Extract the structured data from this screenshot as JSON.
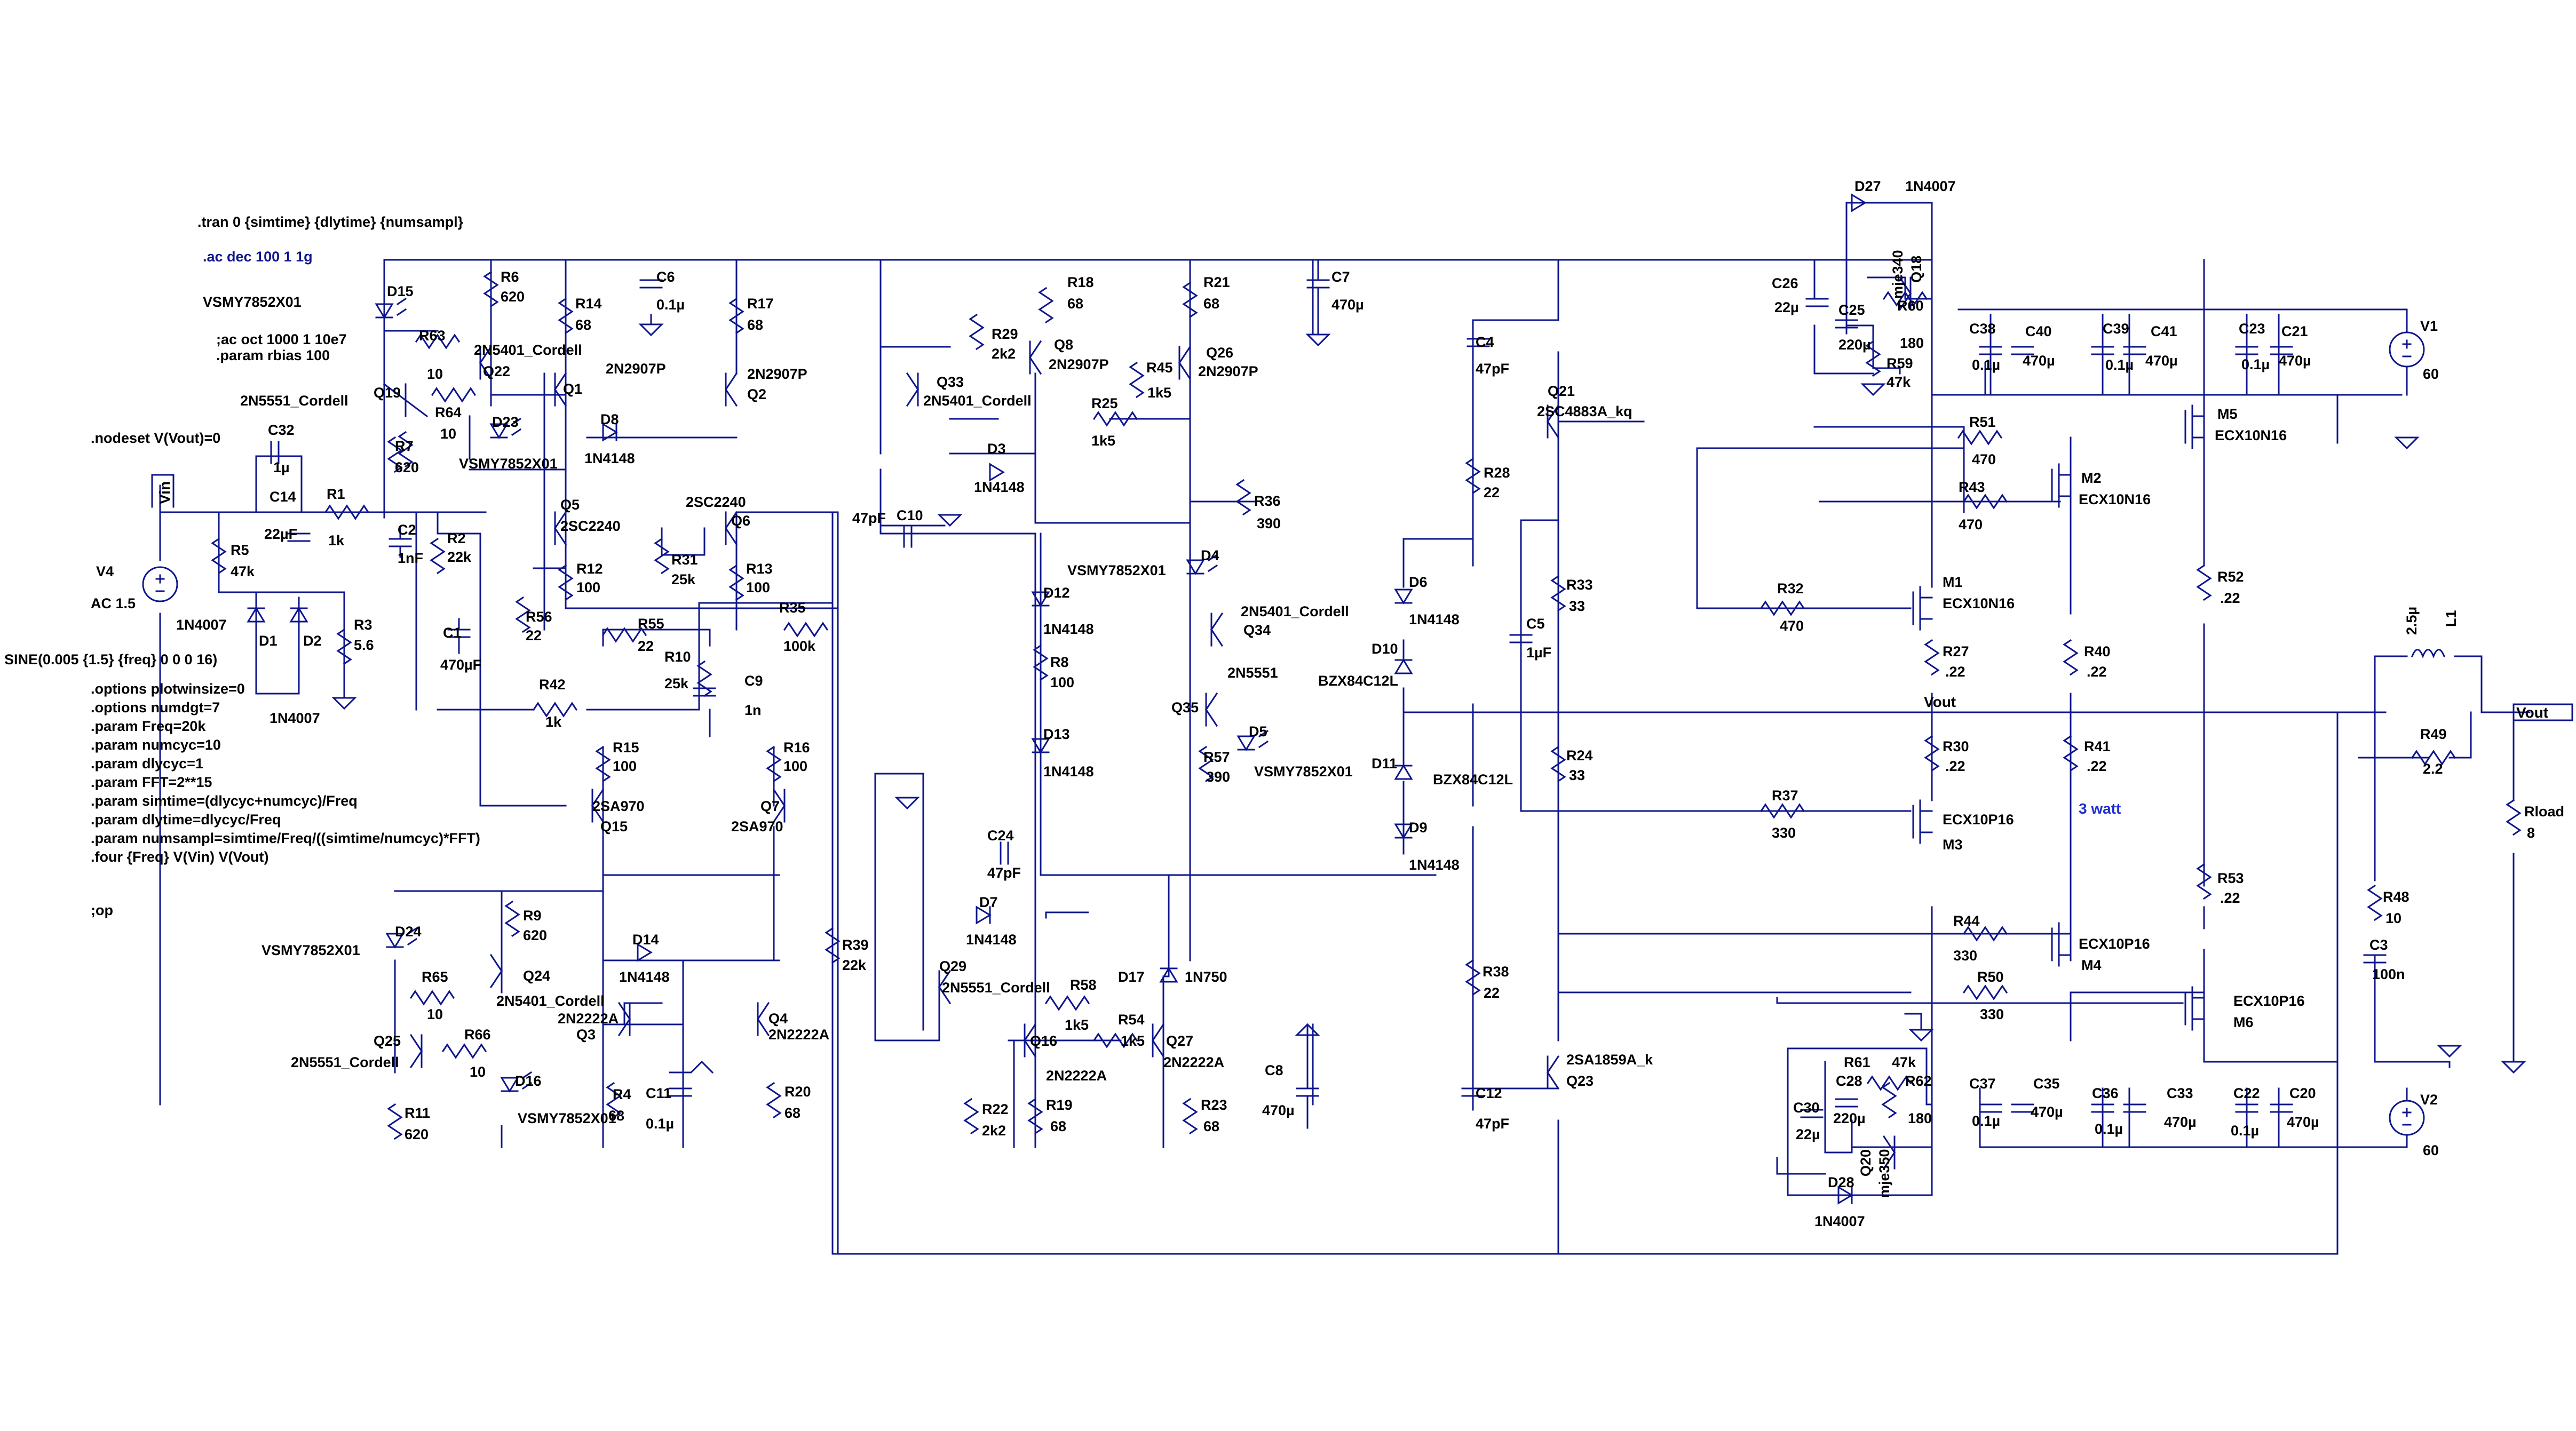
{
  "schematic": {
    "directives": [
      ".tran 0 {simtime} {dlytime} {numsampl}",
      ";ac oct 1000 1 10e7",
      ".param rbias 100",
      ".nodeset V(Vout)=0",
      "SINE(0.005 {1.5} {freq} 0 0 0 16)",
      ".options plotwinsize=0",
      ".options numdgt=7",
      ".param Freq=20k",
      ".param numcyc=10",
      ".param dlycyc=1",
      ".param FFT=2**15",
      ".param simtime=(dlycyc+numcyc)/Freq",
      ".param dlytime=dlycyc/Freq",
      ".param numsampl=simtime/Freq/((simtime/numcyc)*FFT)",
      ".four {Freq} V(Vin) V(Vout)",
      ";op"
    ],
    "ac_directive": ".ac dec 100 1 1g",
    "net_labels": {
      "vin": "Vin",
      "vout": "Vout",
      "vout_node": "Vout"
    },
    "note": "3 watt",
    "sources": [
      {
        "ref": "V4",
        "value": "AC 1.5"
      },
      {
        "ref": "V1",
        "value": "60"
      },
      {
        "ref": "V2",
        "value": "60"
      }
    ],
    "resistors": [
      {
        "ref": "R1",
        "value": "1k"
      },
      {
        "ref": "R2",
        "value": "22k"
      },
      {
        "ref": "R3",
        "value": "5.6"
      },
      {
        "ref": "R4",
        "value": "68"
      },
      {
        "ref": "R5",
        "value": "47k"
      },
      {
        "ref": "R6",
        "value": "620"
      },
      {
        "ref": "R7",
        "value": "620"
      },
      {
        "ref": "R8",
        "value": "100"
      },
      {
        "ref": "R9",
        "value": "620"
      },
      {
        "ref": "R10",
        "value": "25k"
      },
      {
        "ref": "R11",
        "value": "620"
      },
      {
        "ref": "R12",
        "value": "100"
      },
      {
        "ref": "R13",
        "value": "100"
      },
      {
        "ref": "R14",
        "value": "68"
      },
      {
        "ref": "R15",
        "value": "100"
      },
      {
        "ref": "R16",
        "value": "100"
      },
      {
        "ref": "R17",
        "value": "68"
      },
      {
        "ref": "R18",
        "value": "68"
      },
      {
        "ref": "R19",
        "value": "68"
      },
      {
        "ref": "R20",
        "value": "68"
      },
      {
        "ref": "R21",
        "value": "68"
      },
      {
        "ref": "R22",
        "value": "2k2"
      },
      {
        "ref": "R23",
        "value": "68"
      },
      {
        "ref": "R24",
        "value": "33"
      },
      {
        "ref": "R25",
        "value": "1k5"
      },
      {
        "ref": "R27",
        "value": ".22"
      },
      {
        "ref": "R28",
        "value": "22"
      },
      {
        "ref": "R29",
        "value": "2k2"
      },
      {
        "ref": "R30",
        "value": ".22"
      },
      {
        "ref": "R31",
        "value": "25k"
      },
      {
        "ref": "R32",
        "value": "470"
      },
      {
        "ref": "R33",
        "value": "33"
      },
      {
        "ref": "R35",
        "value": "100k"
      },
      {
        "ref": "R36",
        "value": "390"
      },
      {
        "ref": "R37",
        "value": "330"
      },
      {
        "ref": "R38",
        "value": "22"
      },
      {
        "ref": "R39",
        "value": "22k"
      },
      {
        "ref": "R40",
        "value": ".22"
      },
      {
        "ref": "R41",
        "value": ".22"
      },
      {
        "ref": "R42",
        "value": "1k"
      },
      {
        "ref": "R43",
        "value": "470"
      },
      {
        "ref": "R44",
        "value": "330"
      },
      {
        "ref": "R45",
        "value": "1k5"
      },
      {
        "ref": "R48",
        "value": "10"
      },
      {
        "ref": "R49",
        "value": "2.2"
      },
      {
        "ref": "R50",
        "value": "330"
      },
      {
        "ref": "R51",
        "value": "470"
      },
      {
        "ref": "R52",
        "value": ".22"
      },
      {
        "ref": "R53",
        "value": ".22"
      },
      {
        "ref": "R54",
        "value": "1k5"
      },
      {
        "ref": "R55",
        "value": "22"
      },
      {
        "ref": "R56",
        "value": "22"
      },
      {
        "ref": "R57",
        "value": "390"
      },
      {
        "ref": "R58",
        "value": "1k5"
      },
      {
        "ref": "R59",
        "value": "47k"
      },
      {
        "ref": "R60",
        "value": "180"
      },
      {
        "ref": "R61",
        "value": "47k"
      },
      {
        "ref": "R62",
        "value": "180"
      },
      {
        "ref": "R63",
        "value": "10"
      },
      {
        "ref": "R64",
        "value": "10"
      },
      {
        "ref": "R65",
        "value": "10"
      },
      {
        "ref": "R66",
        "value": "10"
      },
      {
        "ref": "Rload",
        "value": "8"
      }
    ],
    "capacitors": [
      {
        "ref": "C1",
        "value": "470µF"
      },
      {
        "ref": "C2",
        "value": "1nF"
      },
      {
        "ref": "C3",
        "value": "100n"
      },
      {
        "ref": "C4",
        "value": "47pF"
      },
      {
        "ref": "C5",
        "value": "1µF"
      },
      {
        "ref": "C6",
        "value": "0.1µ"
      },
      {
        "ref": "C7",
        "value": "470µ"
      },
      {
        "ref": "C8",
        "value": "470µ"
      },
      {
        "ref": "C9",
        "value": "1n"
      },
      {
        "ref": "C10",
        "value": "47pF"
      },
      {
        "ref": "C11",
        "value": "0.1µ"
      },
      {
        "ref": "C12",
        "value": "47pF"
      },
      {
        "ref": "C14",
        "value": "22µF"
      },
      {
        "ref": "C20",
        "value": "470µ"
      },
      {
        "ref": "C21",
        "value": "470µ"
      },
      {
        "ref": "C22",
        "value": "0.1µ"
      },
      {
        "ref": "C23",
        "value": "0.1µ"
      },
      {
        "ref": "C24",
        "value": "47pF"
      },
      {
        "ref": "C25",
        "value": "220µ"
      },
      {
        "ref": "C26",
        "value": "22µ"
      },
      {
        "ref": "C28",
        "value": "220µ"
      },
      {
        "ref": "C30",
        "value": "22µ"
      },
      {
        "ref": "C32",
        "value": "1µ"
      },
      {
        "ref": "C33",
        "value": "470µ"
      },
      {
        "ref": "C35",
        "value": "470µ"
      },
      {
        "ref": "C36",
        "value": "0.1µ"
      },
      {
        "ref": "C37",
        "value": "0.1µ"
      },
      {
        "ref": "C38",
        "value": "0.1µ"
      },
      {
        "ref": "C39",
        "value": "0.1µ"
      },
      {
        "ref": "C40",
        "value": "470µ"
      },
      {
        "ref": "C41",
        "value": "470µ"
      }
    ],
    "inductors": [
      {
        "ref": "L1",
        "value": "2.5µ"
      }
    ],
    "diodes": [
      {
        "ref": "D1",
        "value": "1N4007"
      },
      {
        "ref": "D2",
        "value": "1N4007"
      },
      {
        "ref": "D3",
        "value": "1N4148"
      },
      {
        "ref": "D4",
        "value": "VSMY7852X01"
      },
      {
        "ref": "D5",
        "value": "VSMY7852X01"
      },
      {
        "ref": "D6",
        "value": "1N4148"
      },
      {
        "ref": "D7",
        "value": "1N4148"
      },
      {
        "ref": "D8",
        "value": "1N4148"
      },
      {
        "ref": "D9",
        "value": "1N4148"
      },
      {
        "ref": "D10",
        "value": "BZX84C12L"
      },
      {
        "ref": "D11",
        "value": "BZX84C12L"
      },
      {
        "ref": "D12",
        "value": "1N4148"
      },
      {
        "ref": "D13",
        "value": "1N4148"
      },
      {
        "ref": "D14",
        "value": "1N4148"
      },
      {
        "ref": "D15",
        "value": "VSMY7852X01"
      },
      {
        "ref": "D16",
        "value": "VSMY7852X01"
      },
      {
        "ref": "D17",
        "value": "1N750"
      },
      {
        "ref": "D23",
        "value": "VSMY7852X01"
      },
      {
        "ref": "D24",
        "value": "VSMY7852X01"
      },
      {
        "ref": "D27",
        "value": "1N4007"
      },
      {
        "ref": "D28",
        "value": "1N4007"
      }
    ],
    "transistors": [
      {
        "ref": "Q1",
        "value": "2N2907P"
      },
      {
        "ref": "Q2",
        "value": "2N2907P"
      },
      {
        "ref": "Q3",
        "value": "2N2222A"
      },
      {
        "ref": "Q4",
        "value": "2N2222A"
      },
      {
        "ref": "Q5",
        "value": "2SC2240"
      },
      {
        "ref": "Q6",
        "value": "2SC2240"
      },
      {
        "ref": "Q7",
        "value": "2SA970"
      },
      {
        "ref": "Q8",
        "value": "2N2907P"
      },
      {
        "ref": "Q15",
        "value": "2SA970"
      },
      {
        "ref": "Q16",
        "value": "2N2222A"
      },
      {
        "ref": "Q18",
        "value": "mje340"
      },
      {
        "ref": "Q19",
        "value": "2N5551_Cordell"
      },
      {
        "ref": "Q20",
        "value": "mje350"
      },
      {
        "ref": "Q21",
        "value": "2SC4883A_kq"
      },
      {
        "ref": "Q22",
        "value": "2N5401_Cordell"
      },
      {
        "ref": "Q23",
        "value": "2SA1859A_k"
      },
      {
        "ref": "Q24",
        "value": "2N5401_Cordell"
      },
      {
        "ref": "Q25",
        "value": "2N5551_Cordell"
      },
      {
        "ref": "Q26",
        "value": "2N2907P"
      },
      {
        "ref": "Q27",
        "value": "2N2222A"
      },
      {
        "ref": "Q29",
        "value": "2N5551_Cordell"
      },
      {
        "ref": "Q33",
        "value": "2N5401_Cordell"
      },
      {
        "ref": "Q34",
        "value": "2N5401_Cordell"
      },
      {
        "ref": "Q35",
        "value": "2N5551"
      }
    ],
    "mosfets": [
      {
        "ref": "M1",
        "value": "ECX10N16"
      },
      {
        "ref": "M2",
        "value": "ECX10N16"
      },
      {
        "ref": "M3",
        "value": "ECX10P16"
      },
      {
        "ref": "M4",
        "value": "ECX10P16"
      },
      {
        "ref": "M5",
        "value": "ECX10N16"
      },
      {
        "ref": "M6",
        "value": "ECX10P16"
      }
    ]
  }
}
